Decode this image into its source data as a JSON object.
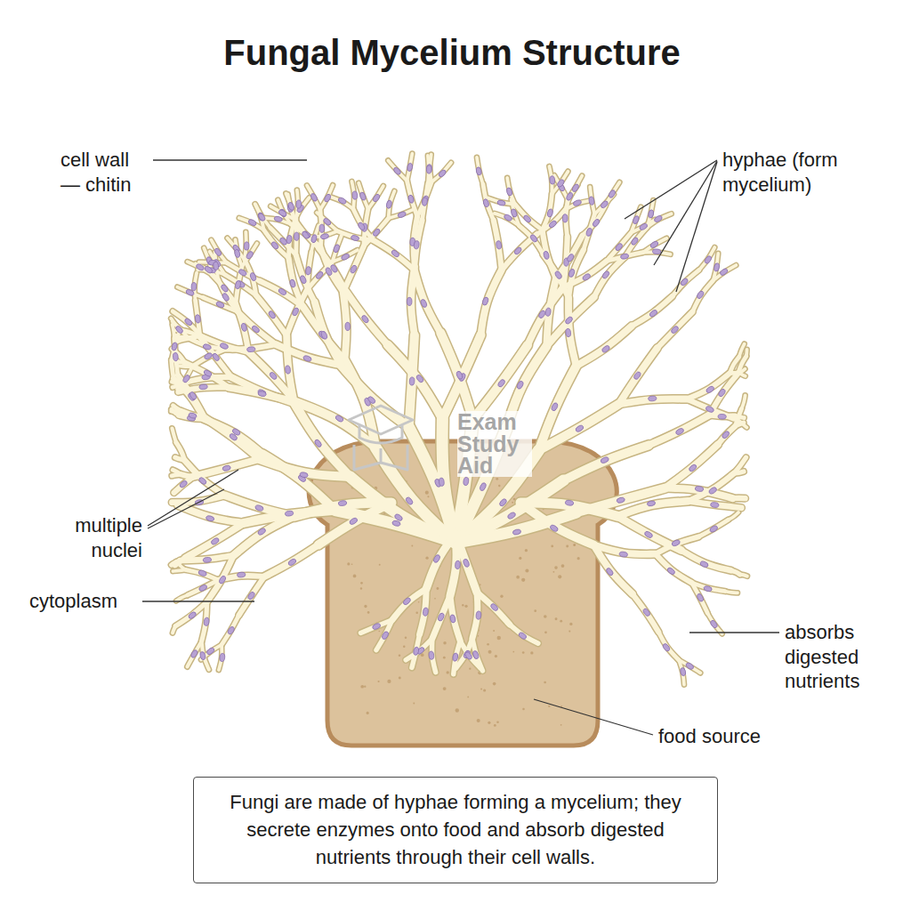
{
  "diagram": {
    "title": "Fungal Mycelium Structure",
    "caption": "Fungi are made of hyphae forming a mycelium; they secrete enzymes onto food and absorb digested nutrients through their cell walls.",
    "labels": [
      "cell wall — chitin",
      "hyphae (form mycelium)",
      "multiple nuclei",
      "cytoplasm",
      "absorbs digested nutrients",
      "food source",
      "Exam Study Aid"
    ]
  }
}
